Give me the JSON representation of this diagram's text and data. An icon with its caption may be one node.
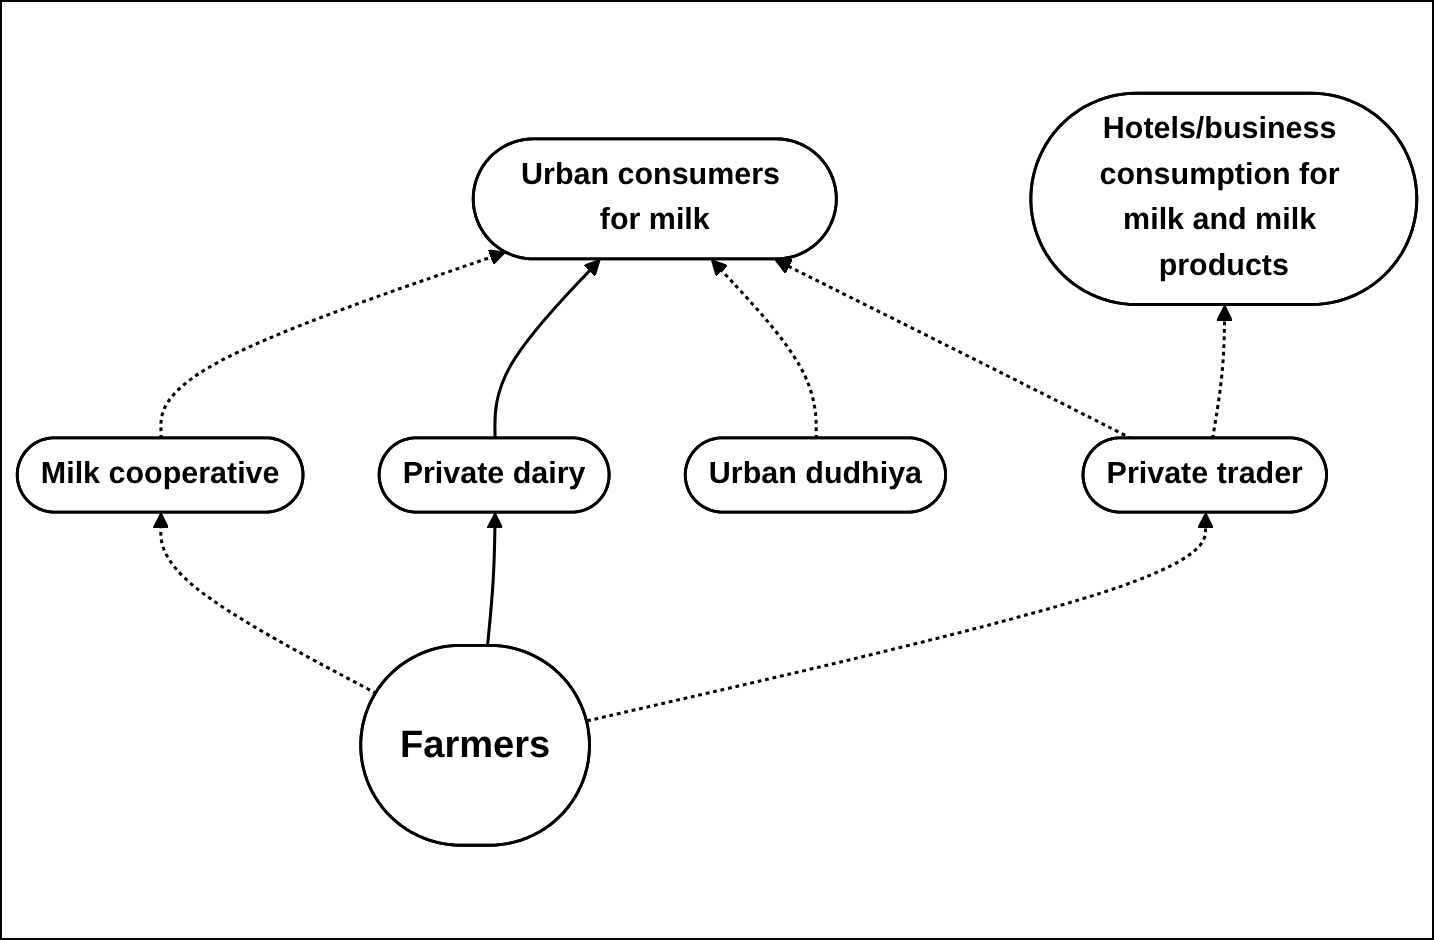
{
  "diagram": {
    "nodes": [
      {
        "text": [
          "Urban consumers for milk"
        ]
      },
      {
        "text": [
          "Hotels/business consumption for milk and milk products"
        ]
      },
      {
        "text": [
          "Milk cooperative"
        ]
      },
      {
        "text": [
          "Private dairy"
        ]
      },
      {
        "text": [
          "Urban dudhiya"
        ]
      },
      {
        "text": [
          "Private trader"
        ]
      },
      {
        "text": [
          "Farmers"
        ]
      }
    ],
    "edges": [
      {
        "from": 2,
        "to": 0,
        "arrow": "to",
        "style": "dashed"
      },
      {
        "from": 3,
        "to": 0,
        "arrow": "to"
      },
      {
        "from": 4,
        "to": 0,
        "arrow": "to",
        "style": "dashed"
      },
      {
        "from": 5,
        "to": 0,
        "arrow": "to",
        "style": "dashed"
      },
      {
        "from": 5,
        "to": 1,
        "arrow": "to",
        "style": "dashed"
      },
      {
        "from": 6,
        "to": 2,
        "arrow": "to",
        "style": "dashed"
      },
      {
        "from": 6,
        "to": 3,
        "arrow": "to"
      },
      {
        "from": 6,
        "to": 5,
        "arrow": "to",
        "style": "dashed"
      }
    ]
  }
}
